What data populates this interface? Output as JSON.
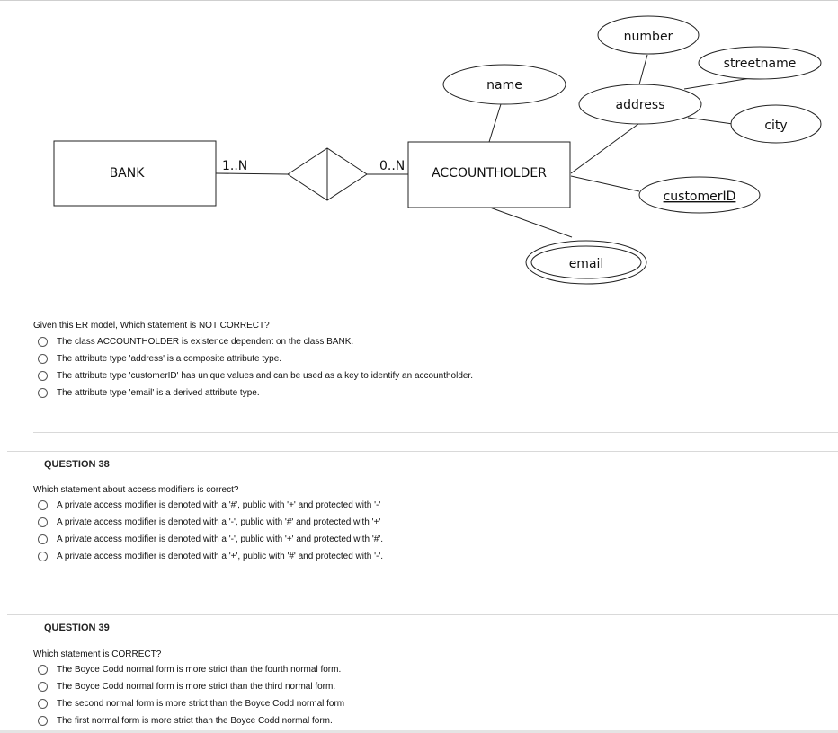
{
  "diagram": {
    "entities": {
      "bank": "BANK",
      "accountholder": "ACCOUNTHOLDER"
    },
    "cardinalities": {
      "bank_side": "1..N",
      "accountholder_side": "0..N"
    },
    "attributes": {
      "name": "name",
      "number": "number",
      "streetname": "streetname",
      "address": "address",
      "city": "city",
      "customerID": "customerID",
      "email": "email"
    }
  },
  "questions": [
    {
      "title": "",
      "prompt": "Given this ER model, Which statement is NOT CORRECT?",
      "options": [
        "The class ACCOUNTHOLDER is existence dependent on the class BANK.",
        "The attribute type 'address' is a composite attribute type.",
        "The attribute type 'customerID' has unique values and can be used as a key to identify an accountholder.",
        "The attribute type 'email' is a derived attribute type."
      ]
    },
    {
      "title": "QUESTION 38",
      "prompt": "Which statement about access modifiers is correct?",
      "options": [
        "A private access modifier is denoted with a '#', public with '+' and protected with '-'",
        "A private access modifier is denoted with a '-', public with '#' and protected with '+'",
        "A private access modifier is denoted with a '-', public with '+' and protected with '#'.",
        "A private access modifier is denoted with a '+', public with '#' and protected with '-'."
      ]
    },
    {
      "title": "QUESTION 39",
      "prompt": "Which statement is CORRECT?",
      "options": [
        "The Boyce Codd normal form is more strict than the fourth normal form.",
        "The Boyce Codd normal form is more strict than the third normal form.",
        "The second normal form is more strict than the Boyce Codd normal form",
        "The first normal form is more strict than the Boyce Codd normal form."
      ]
    }
  ]
}
